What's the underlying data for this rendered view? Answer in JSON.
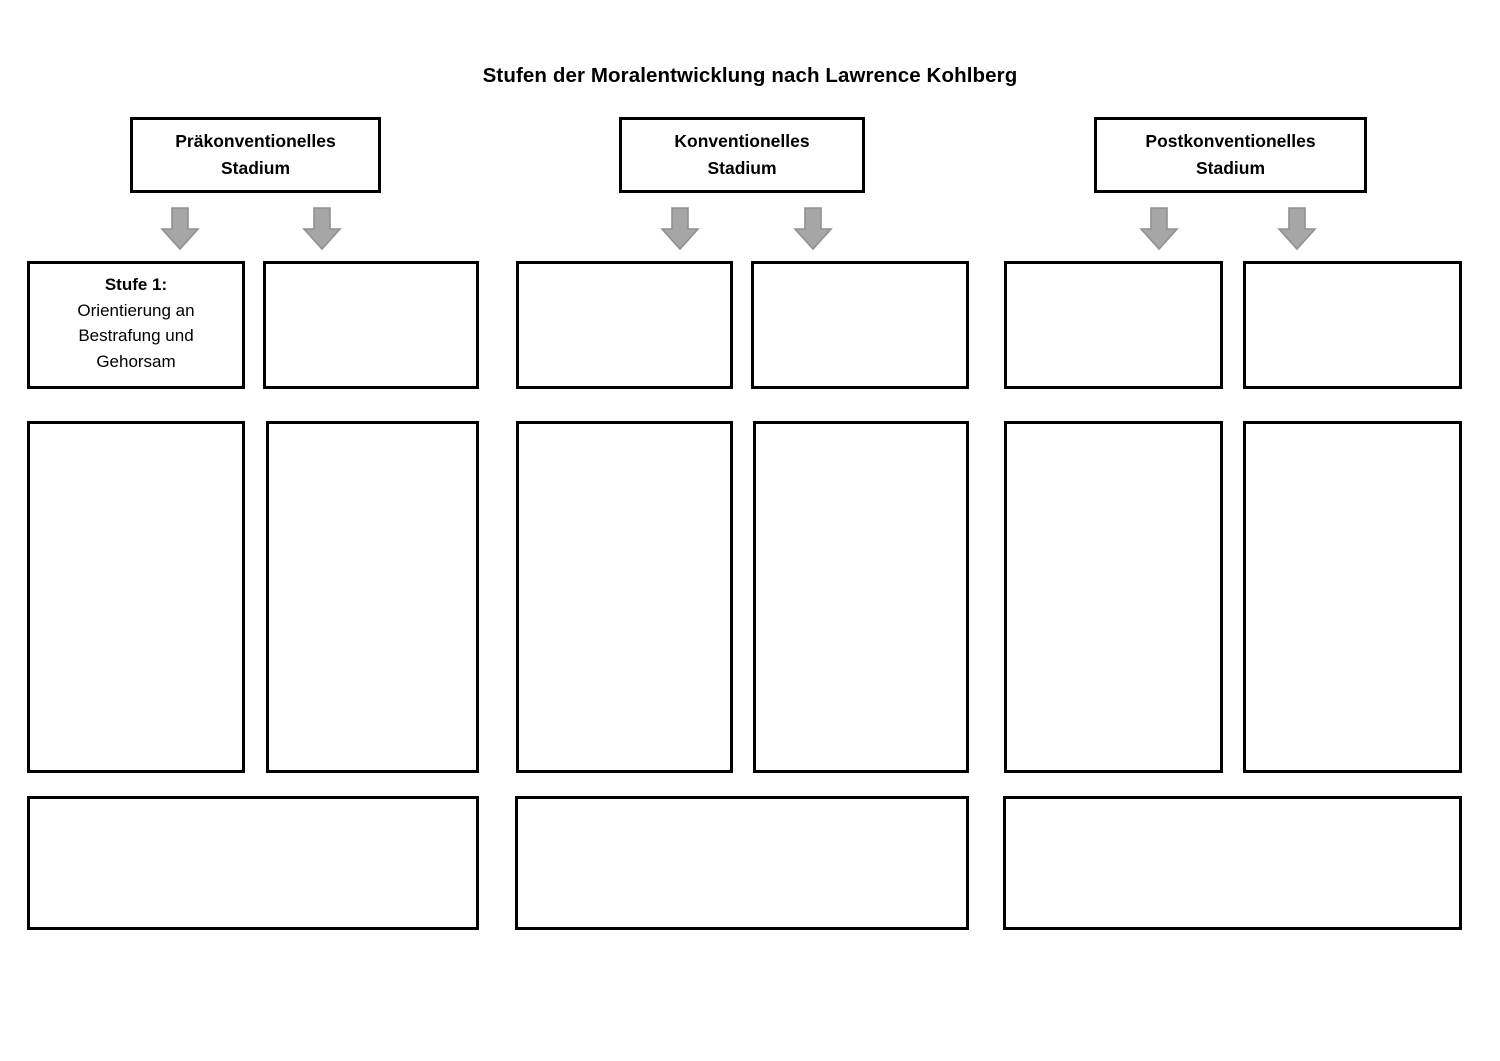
{
  "page": {
    "title": "Stufen der Moralentwicklung nach Lawrence Kohlberg",
    "background_color": "#FFFFFF",
    "outline_color": "#000000",
    "arrow_fill_color": "#A6A6A6",
    "arrow_stroke_color": "#919191"
  },
  "stage_headers": [
    {
      "line1": "Präkonventionelles",
      "line2": "Stadium"
    },
    {
      "line1": "Konventionelles",
      "line2": "Stadium"
    },
    {
      "line1": "Postkonventionelles",
      "line2": "Stadium"
    }
  ],
  "arrows": [
    {
      "name": "arrow-pre-1"
    },
    {
      "name": "arrow-pre-2"
    },
    {
      "name": "arrow-konv-1"
    },
    {
      "name": "arrow-konv-2"
    },
    {
      "name": "arrow-post-1"
    },
    {
      "name": "arrow-post-2"
    }
  ],
  "row1_boxes": [
    {
      "title": "Stufe 1:",
      "body": "Orientierung an Bestrafung und Gehorsam"
    },
    {
      "title": "",
      "body": ""
    },
    {
      "title": "",
      "body": ""
    },
    {
      "title": "",
      "body": ""
    },
    {
      "title": "",
      "body": ""
    },
    {
      "title": "",
      "body": ""
    }
  ],
  "row2_boxes": [
    {
      "title": "",
      "body": ""
    },
    {
      "title": "",
      "body": ""
    },
    {
      "title": "",
      "body": ""
    },
    {
      "title": "",
      "body": ""
    },
    {
      "title": "",
      "body": ""
    },
    {
      "title": "",
      "body": ""
    }
  ],
  "row3_boxes": [
    {
      "title": "",
      "body": ""
    },
    {
      "title": "",
      "body": ""
    },
    {
      "title": "",
      "body": ""
    }
  ]
}
